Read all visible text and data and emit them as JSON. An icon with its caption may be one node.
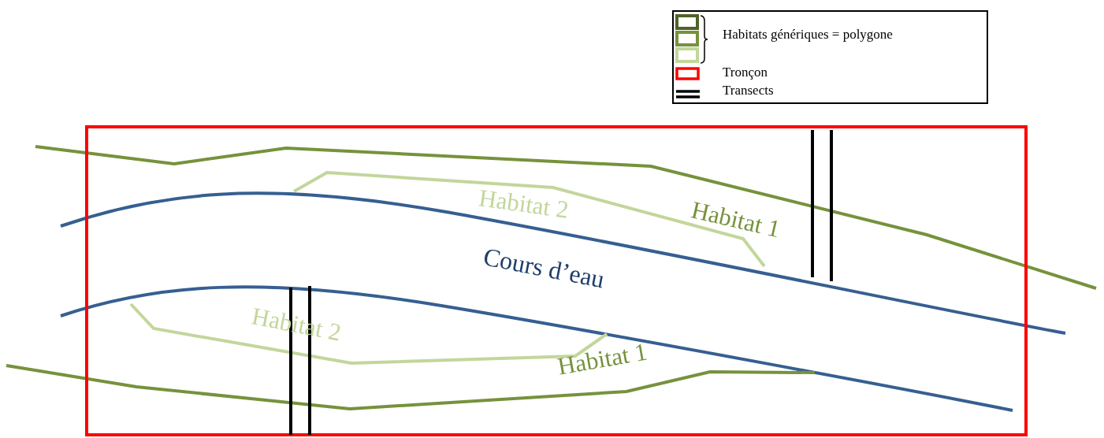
{
  "diagram": {
    "labels": [
      "Habitat 2",
      "Habitat 1",
      "Cours d’eau",
      "Habitat 2",
      "Habitat 1"
    ],
    "legend": [
      {
        "text": "Habitats génériques = polygone"
      },
      {
        "text": "Tronçon"
      },
      {
        "text": "Transects"
      }
    ]
  }
}
